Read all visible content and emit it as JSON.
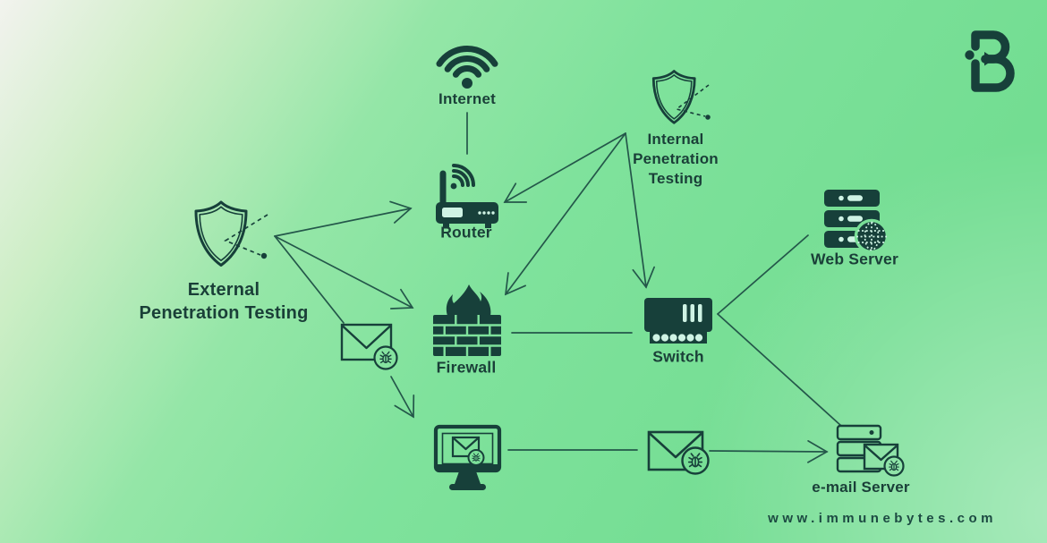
{
  "title": "Penetration testing network diagram",
  "nodes": {
    "internet": {
      "label": "Internet"
    },
    "router": {
      "label": "Router"
    },
    "firewall": {
      "label": "Firewall"
    },
    "switch": {
      "label": "Switch"
    },
    "web_server": {
      "label": "Web Server"
    },
    "email_server": {
      "label": "e-mail Server"
    },
    "external_pt": {
      "label": "External\nPenetration Testing"
    },
    "internal_pt": {
      "label": "Internal\nPenetration\nTesting"
    },
    "workstation": {
      "label": ""
    },
    "infected_mail_small": {
      "label": ""
    },
    "infected_mail_large": {
      "label": ""
    }
  },
  "edges": [
    {
      "from": "internet",
      "to": "router",
      "arrow": false
    },
    {
      "from": "external_pt",
      "to": "router",
      "arrow": true
    },
    {
      "from": "external_pt",
      "to": "firewall",
      "arrow": true
    },
    {
      "from": "external_pt",
      "to": "workstation",
      "arrow": true,
      "via": "infected_mail_small"
    },
    {
      "from": "internal_pt",
      "to": "router",
      "arrow": true
    },
    {
      "from": "internal_pt",
      "to": "firewall",
      "arrow": true
    },
    {
      "from": "internal_pt",
      "to": "switch",
      "arrow": true
    },
    {
      "from": "firewall",
      "to": "switch",
      "arrow": false
    },
    {
      "from": "switch",
      "to": "web_server",
      "arrow": false
    },
    {
      "from": "switch",
      "to": "email_server",
      "arrow": false
    },
    {
      "from": "workstation",
      "to": "infected_mail_large",
      "arrow": false
    },
    {
      "from": "infected_mail_large",
      "to": "email_server",
      "arrow": true
    }
  ],
  "icons": {
    "wifi-icon": "wifi arcs with dot",
    "router-icon": "wireless router with antenna",
    "external-shield-icon": "outlined shield pierced by dashed arrow",
    "internal-shield-icon": "outlined shield pierced by dashed arrow",
    "firewall-icon": "brick wall with flame",
    "switch-icon": "network switch with ports",
    "web-server-icon": "server rack with globe",
    "email-server-icon": "server rack with infected envelope",
    "workstation-icon": "monitor showing infected envelope",
    "infected-email-icon": "envelope with bug badge",
    "brand-logo": "ImmuneBytes iB monogram"
  },
  "footer": {
    "website": "www.immunebytes.com"
  },
  "colors": {
    "ink": "#17403a",
    "line": "#24574a",
    "background_green": "#77df96",
    "background_light": "#f2f3ee"
  }
}
